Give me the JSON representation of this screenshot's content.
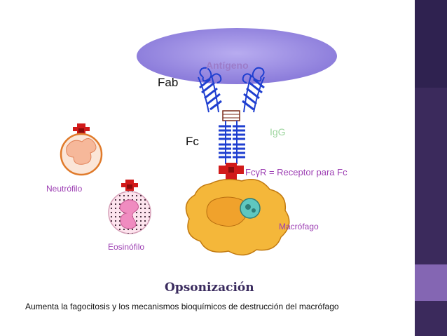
{
  "labels": {
    "antigen": "Antígeno",
    "fab": "Fab",
    "fc": "Fc",
    "igg": "IgG",
    "receptor": "FcγR = Receptor para Fc",
    "neutrophil": "Neutrófilo",
    "eosinophil": "Eosinófilo",
    "macrophage": "Macrófago"
  },
  "title": "Opsonización",
  "caption": "Aumenta la fagocitosis y los mecanismos bioquímicos de destrucción del macrófago",
  "colors": {
    "antigen": "#9b8be0",
    "antibody": "#1f3fd0",
    "receptor": "#d11a1a",
    "macrophage": "#f4b73a",
    "neutrophil": "#f6b89a",
    "eosinophil": "#f08cc0",
    "accent": "#3b2a5c"
  }
}
